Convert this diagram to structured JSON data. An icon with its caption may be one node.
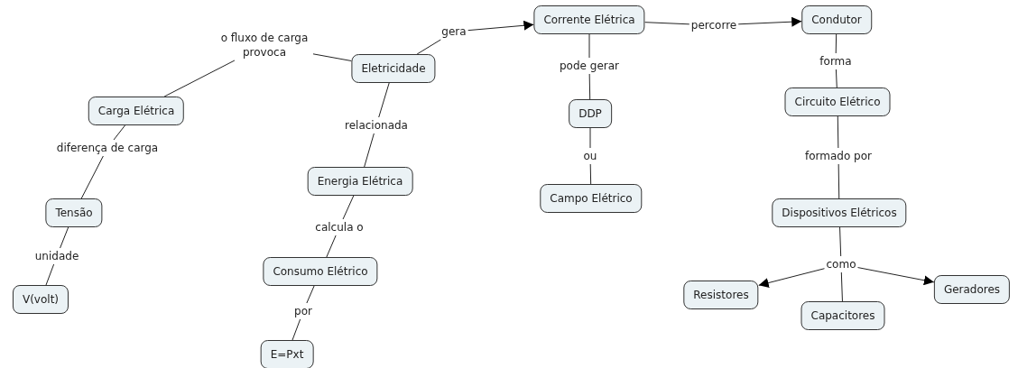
{
  "diagram": {
    "nodes": [
      {
        "text": [
          "Eletricidade"
        ]
      },
      {
        "text": [
          "o fluxo de carga provoca"
        ]
      },
      {
        "text": [
          "Carga Elétrica"
        ]
      },
      {
        "text": [
          "diferença de carga"
        ]
      },
      {
        "text": [
          "Tensão"
        ]
      },
      {
        "text": [
          "unidade"
        ]
      },
      {
        "text": [
          "V(volt)"
        ]
      },
      {
        "text": [
          "relacionada"
        ]
      },
      {
        "text": [
          "Energia Elétrica"
        ]
      },
      {
        "text": [
          "calcula o"
        ]
      },
      {
        "text": [
          "Consumo Elétrico"
        ]
      },
      {
        "text": [
          "por"
        ]
      },
      {
        "text": [
          "E=Pxt"
        ]
      },
      {
        "text": [
          "gera"
        ]
      },
      {
        "text": [
          "Corrente Elétrica"
        ]
      },
      {
        "text": [
          "percorre"
        ]
      },
      {
        "text": [
          "Condutor"
        ]
      },
      {
        "text": [
          "pode gerar"
        ]
      },
      {
        "text": [
          "DDP"
        ]
      },
      {
        "text": [
          "ou"
        ]
      },
      {
        "text": [
          "Campo Elétrico"
        ]
      },
      {
        "text": [
          "forma"
        ]
      },
      {
        "text": [
          "Circuito Elétrico"
        ]
      },
      {
        "text": [
          "formado por"
        ]
      },
      {
        "text": [
          "Dispositivos Elétricos"
        ]
      },
      {
        "text": [
          "como"
        ]
      },
      {
        "text": [
          "Resistores"
        ]
      },
      {
        "text": [
          "Capacitores"
        ]
      },
      {
        "text": [
          "Geradores"
        ]
      }
    ],
    "edges": [
      {
        "from": 0,
        "to": 1,
        "arrow": "none"
      },
      {
        "from": 1,
        "to": 2,
        "arrow": "none"
      },
      {
        "from": 2,
        "to": 3,
        "arrow": "none"
      },
      {
        "from": 3,
        "to": 4,
        "arrow": "none"
      },
      {
        "from": 4,
        "to": 5,
        "arrow": "none"
      },
      {
        "from": 5,
        "to": 6,
        "arrow": "none"
      },
      {
        "from": 0,
        "to": 7,
        "arrow": "none"
      },
      {
        "from": 7,
        "to": 8,
        "arrow": "none"
      },
      {
        "from": 8,
        "to": 9,
        "arrow": "none"
      },
      {
        "from": 9,
        "to": 10,
        "arrow": "none"
      },
      {
        "from": 10,
        "to": 11,
        "arrow": "none"
      },
      {
        "from": 11,
        "to": 12,
        "arrow": "none"
      },
      {
        "from": 0,
        "to": 13,
        "arrow": "none"
      },
      {
        "from": 13,
        "to": 14,
        "arrow": "to"
      },
      {
        "from": 14,
        "to": 15,
        "arrow": "none"
      },
      {
        "from": 15,
        "to": 16,
        "arrow": "to"
      },
      {
        "from": 14,
        "to": 17,
        "arrow": "none"
      },
      {
        "from": 17,
        "to": 18,
        "arrow": "none"
      },
      {
        "from": 18,
        "to": 19,
        "arrow": "none"
      },
      {
        "from": 19,
        "to": 20,
        "arrow": "none"
      },
      {
        "from": 16,
        "to": 21,
        "arrow": "none"
      },
      {
        "from": 21,
        "to": 22,
        "arrow": "none"
      },
      {
        "from": 22,
        "to": 23,
        "arrow": "none"
      },
      {
        "from": 23,
        "to": 24,
        "arrow": "none"
      },
      {
        "from": 24,
        "to": 25,
        "arrow": "none"
      },
      {
        "from": 25,
        "to": 26,
        "arrow": "to"
      },
      {
        "from": 25,
        "to": 27,
        "arrow": "none"
      },
      {
        "from": 25,
        "to": 28,
        "arrow": "to"
      }
    ]
  }
}
